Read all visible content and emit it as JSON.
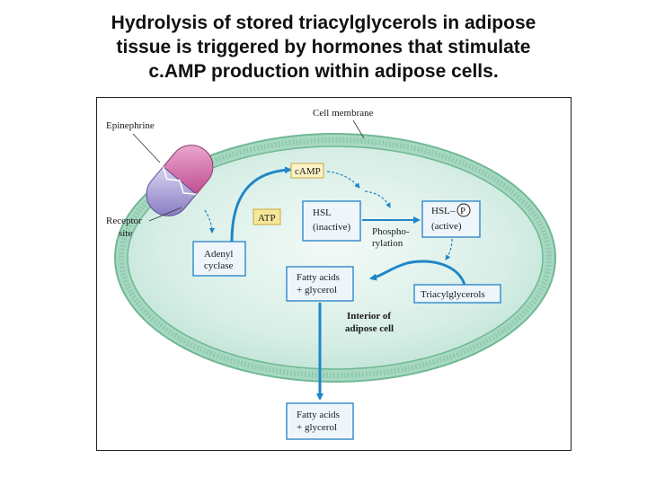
{
  "title_lines": [
    "Hydrolysis of stored triacylglycerols in adipose",
    "tissue is triggered by hormones that stimulate",
    "c.AMP production within adipose cells."
  ],
  "diagram": {
    "epinephrine": "Epinephrine",
    "cell_membrane": "Cell membrane",
    "receptor_site": [
      "Receptor",
      "site"
    ],
    "camp": "cAMP",
    "atp": "ATP",
    "adenyl_cyclase": [
      "Adenyl",
      "cyclase"
    ],
    "hsl_inactive": [
      "HSL",
      "(inactive)"
    ],
    "phosphorylation": [
      "Phospho-",
      "rylation"
    ],
    "hsl_active": [
      "HSL",
      "(active)"
    ],
    "phosphate_symbol": "P",
    "fatty_acids_inside": [
      "Fatty acids",
      "+ glycerol"
    ],
    "triacylglycerols": "Triacylglycerols",
    "interior": [
      "Interior of",
      "adipose cell"
    ],
    "fatty_acids_outside": [
      "Fatty acids",
      "+ glycerol"
    ]
  },
  "colors": {
    "cytoplasm": "#d3ece4",
    "membrane": "#7cc3a4",
    "arrow_blue": "#1f86c8",
    "box_border": "#3d8fcc",
    "box_fill": "#eef6fc",
    "atp_fill": "#f6e79a",
    "camp_fill": "#fbf2c7",
    "epinephrine_top": "#c8559a",
    "epinephrine_bottom": "#8e7fc6"
  }
}
